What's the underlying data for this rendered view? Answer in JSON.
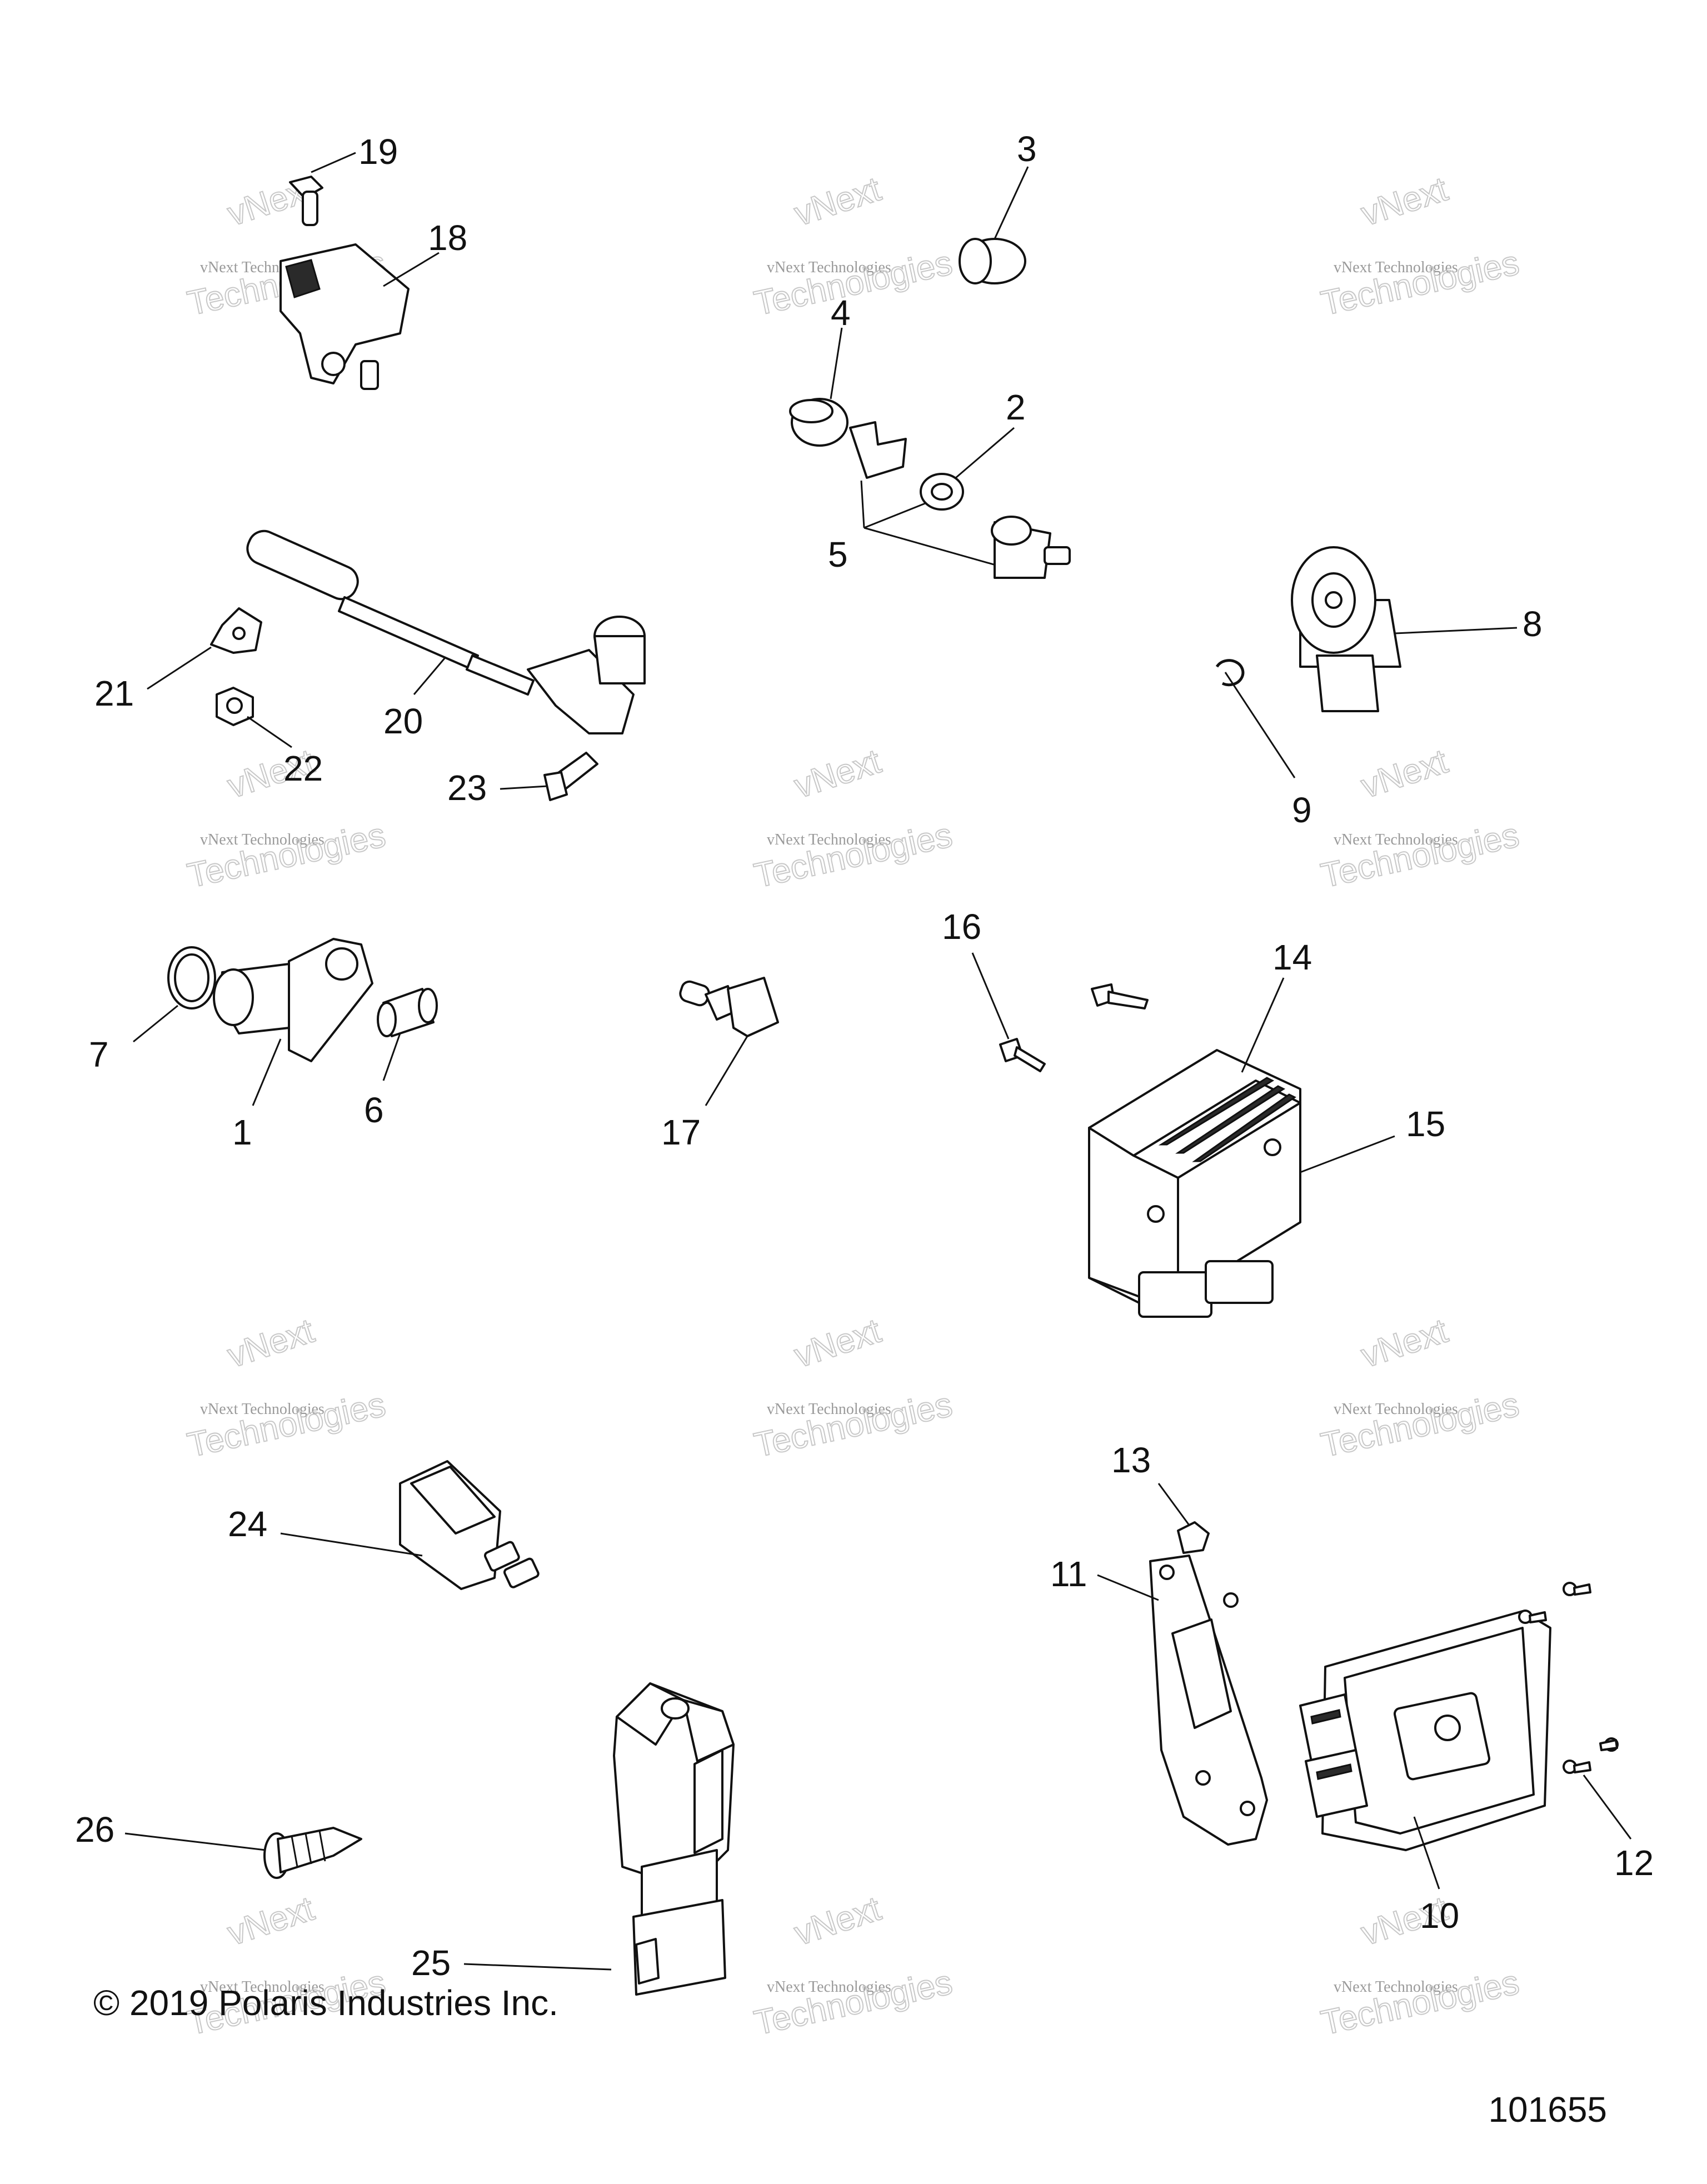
{
  "callouts": {
    "n1": "1",
    "n2": "2",
    "n3": "3",
    "n4": "4",
    "n5": "5",
    "n6": "6",
    "n7": "7",
    "n8": "8",
    "n9": "9",
    "n10": "10",
    "n11": "11",
    "n12": "12",
    "n13": "13",
    "n14": "14",
    "n15": "15",
    "n16": "16",
    "n17": "17",
    "n18": "18",
    "n19": "19",
    "n20": "20",
    "n21": "21",
    "n22": "22",
    "n23": "23",
    "n24": "24",
    "n25": "25",
    "n26": "26"
  },
  "watermark": {
    "line1": "vNext Technologies",
    "line2": "Technologies",
    "top": "vNext"
  },
  "footer": {
    "copyright": "© 2019 Polaris Industries Inc.",
    "diagram_number": "101655"
  }
}
